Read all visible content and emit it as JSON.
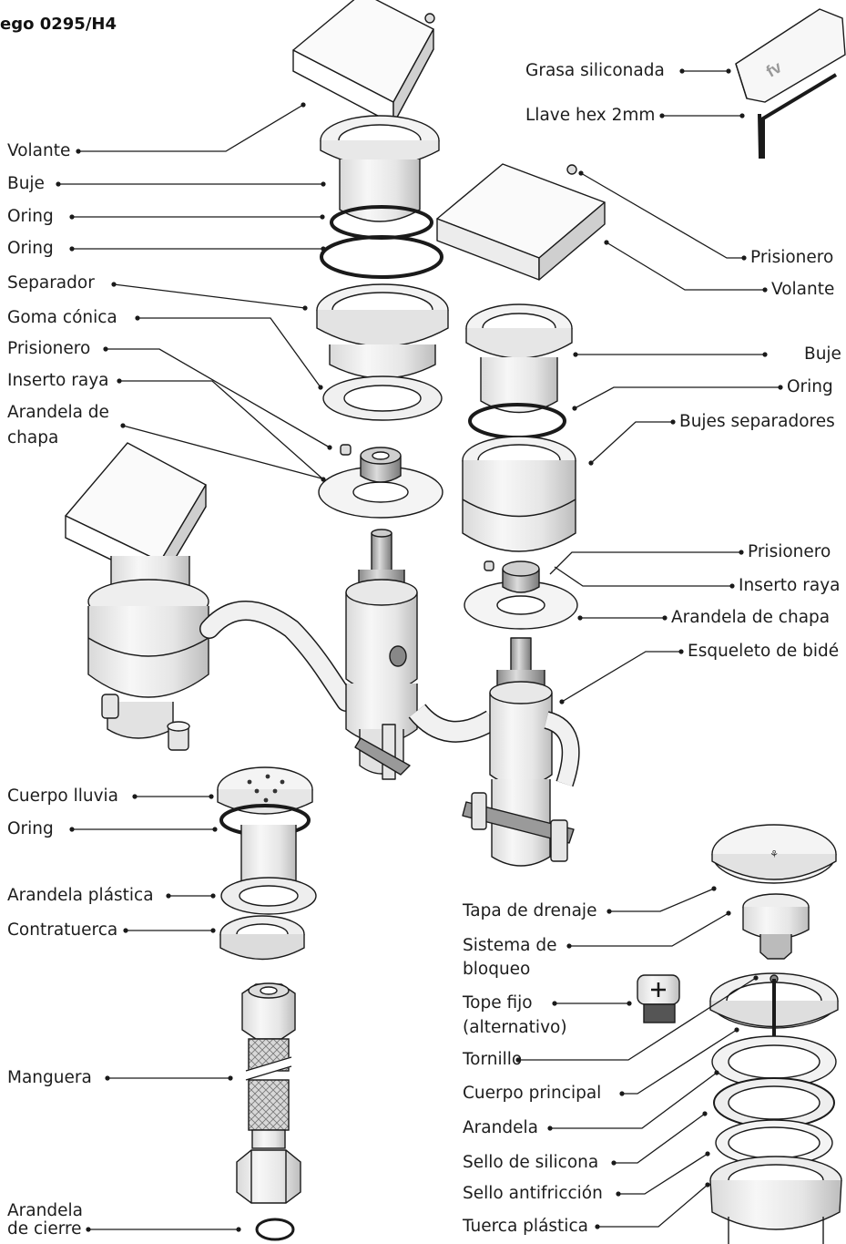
{
  "title": "ego 0295/H4",
  "labels": {
    "grasa": "Grasa siliconada",
    "llave": "Llave hex 2mm",
    "volante_l": "Volante",
    "buje_l": "Buje",
    "oring_l1": "Oring",
    "oring_l2": "Oring",
    "separador": "Separador",
    "goma": "Goma cónica",
    "prisionero_l": "Prisionero",
    "inserto_l": "Inserto raya",
    "arandela_chapa_l1": "Arandela de",
    "arandela_chapa_l2": "chapa",
    "prisionero_r1": "Prisionero",
    "volante_r": "Volante",
    "buje_r": "Buje",
    "oring_r": "Oring",
    "bujes_sep": "Bujes separadores",
    "prisionero_r2": "Prisionero",
    "inserto_r": "Inserto raya",
    "arandela_chapa_r": "Arandela de chapa",
    "esqueleto": "Esqueleto de bidé",
    "cuerpo_lluvia": "Cuerpo lluvia",
    "oring_ll": "Oring",
    "arandela_plastica": "Arandela plástica",
    "contratuerca": "Contratuerca",
    "manguera": "Manguera",
    "arandela_cierre1": "Arandela",
    "arandela_cierre2": "de cierre",
    "tapa": "Tapa de drenaje",
    "sistema1": "Sistema de",
    "sistema2": "bloqueo",
    "tope1": "Tope fijo",
    "tope2": "(alternativo)",
    "tornillo": "Tornillo",
    "cuerpo_principal": "Cuerpo principal",
    "arandela": "Arandela",
    "sello_silicona": "Sello de silicona",
    "sello_antifriccion": "Sello antifricción",
    "tuerca": "Tuerca plástica"
  },
  "logo_text": "fv"
}
